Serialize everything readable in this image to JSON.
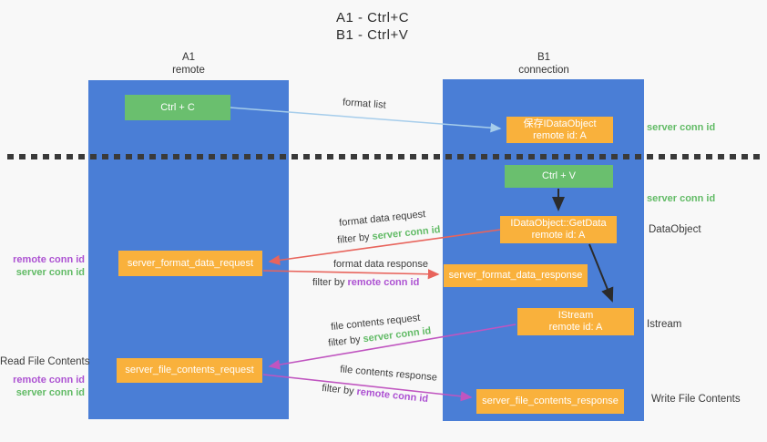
{
  "title": {
    "line1": "A1 - Ctrl+C",
    "line2": "B1 - Ctrl+V"
  },
  "columns": {
    "a1": {
      "name": "A1",
      "role": "remote"
    },
    "b1": {
      "name": "B1",
      "role": "connection"
    }
  },
  "nodes": {
    "ctrl_c": {
      "label": "Ctrl + C"
    },
    "save_idataobject": {
      "line1": "保存IDataObject",
      "line2": "remote id: A"
    },
    "ctrl_v": {
      "label": "Ctrl + V"
    },
    "getdata": {
      "line1": "IDataObject::GetData",
      "line2": "remote id: A"
    },
    "format_request": {
      "label": "server_format_data_request"
    },
    "format_response": {
      "label": "server_format_data_response"
    },
    "istream": {
      "line1": "IStream",
      "line2": "remote id: A"
    },
    "file_request": {
      "label": "server_file_contents_request"
    },
    "file_response": {
      "label": "server_file_contents_response"
    }
  },
  "flow_labels": {
    "format_list": "format list",
    "format_data_request": "format data request",
    "format_data_request_filter": {
      "prefix": "filter by",
      "key": "server conn id"
    },
    "format_data_response": "format data response",
    "format_data_response_filter": {
      "prefix": "filter by",
      "key": "remote conn id"
    },
    "file_contents_request": "file contents request",
    "file_contents_request_filter": {
      "prefix": "filter by",
      "key": "server conn id"
    },
    "file_contents_response": "file contents response",
    "file_contents_response_filter": {
      "prefix": "filter by",
      "key": "remote conn id"
    }
  },
  "side_labels": {
    "left_format": {
      "remote": "remote conn id",
      "server": "server conn id"
    },
    "read_file_contents": "Read File Contents",
    "left_file": {
      "remote": "remote conn id",
      "server": "server conn id"
    },
    "right_top_conn": "server conn id",
    "right_mid_conn": "server conn id",
    "dataobject": "DataObject",
    "istream": "Istream",
    "write_file_contents": "Write File Contents"
  },
  "colors": {
    "column_blue": "#4a7ed6",
    "box_green": "#6abf6e",
    "box_orange": "#f9b13c",
    "arrow_blue": "#a6cdeb",
    "arrow_red": "#e8645c",
    "arrow_magenta": "#c055c0",
    "text_green": "#62bb66",
    "text_purple": "#ad52d2",
    "dotted_line": "#3a3a3a"
  }
}
